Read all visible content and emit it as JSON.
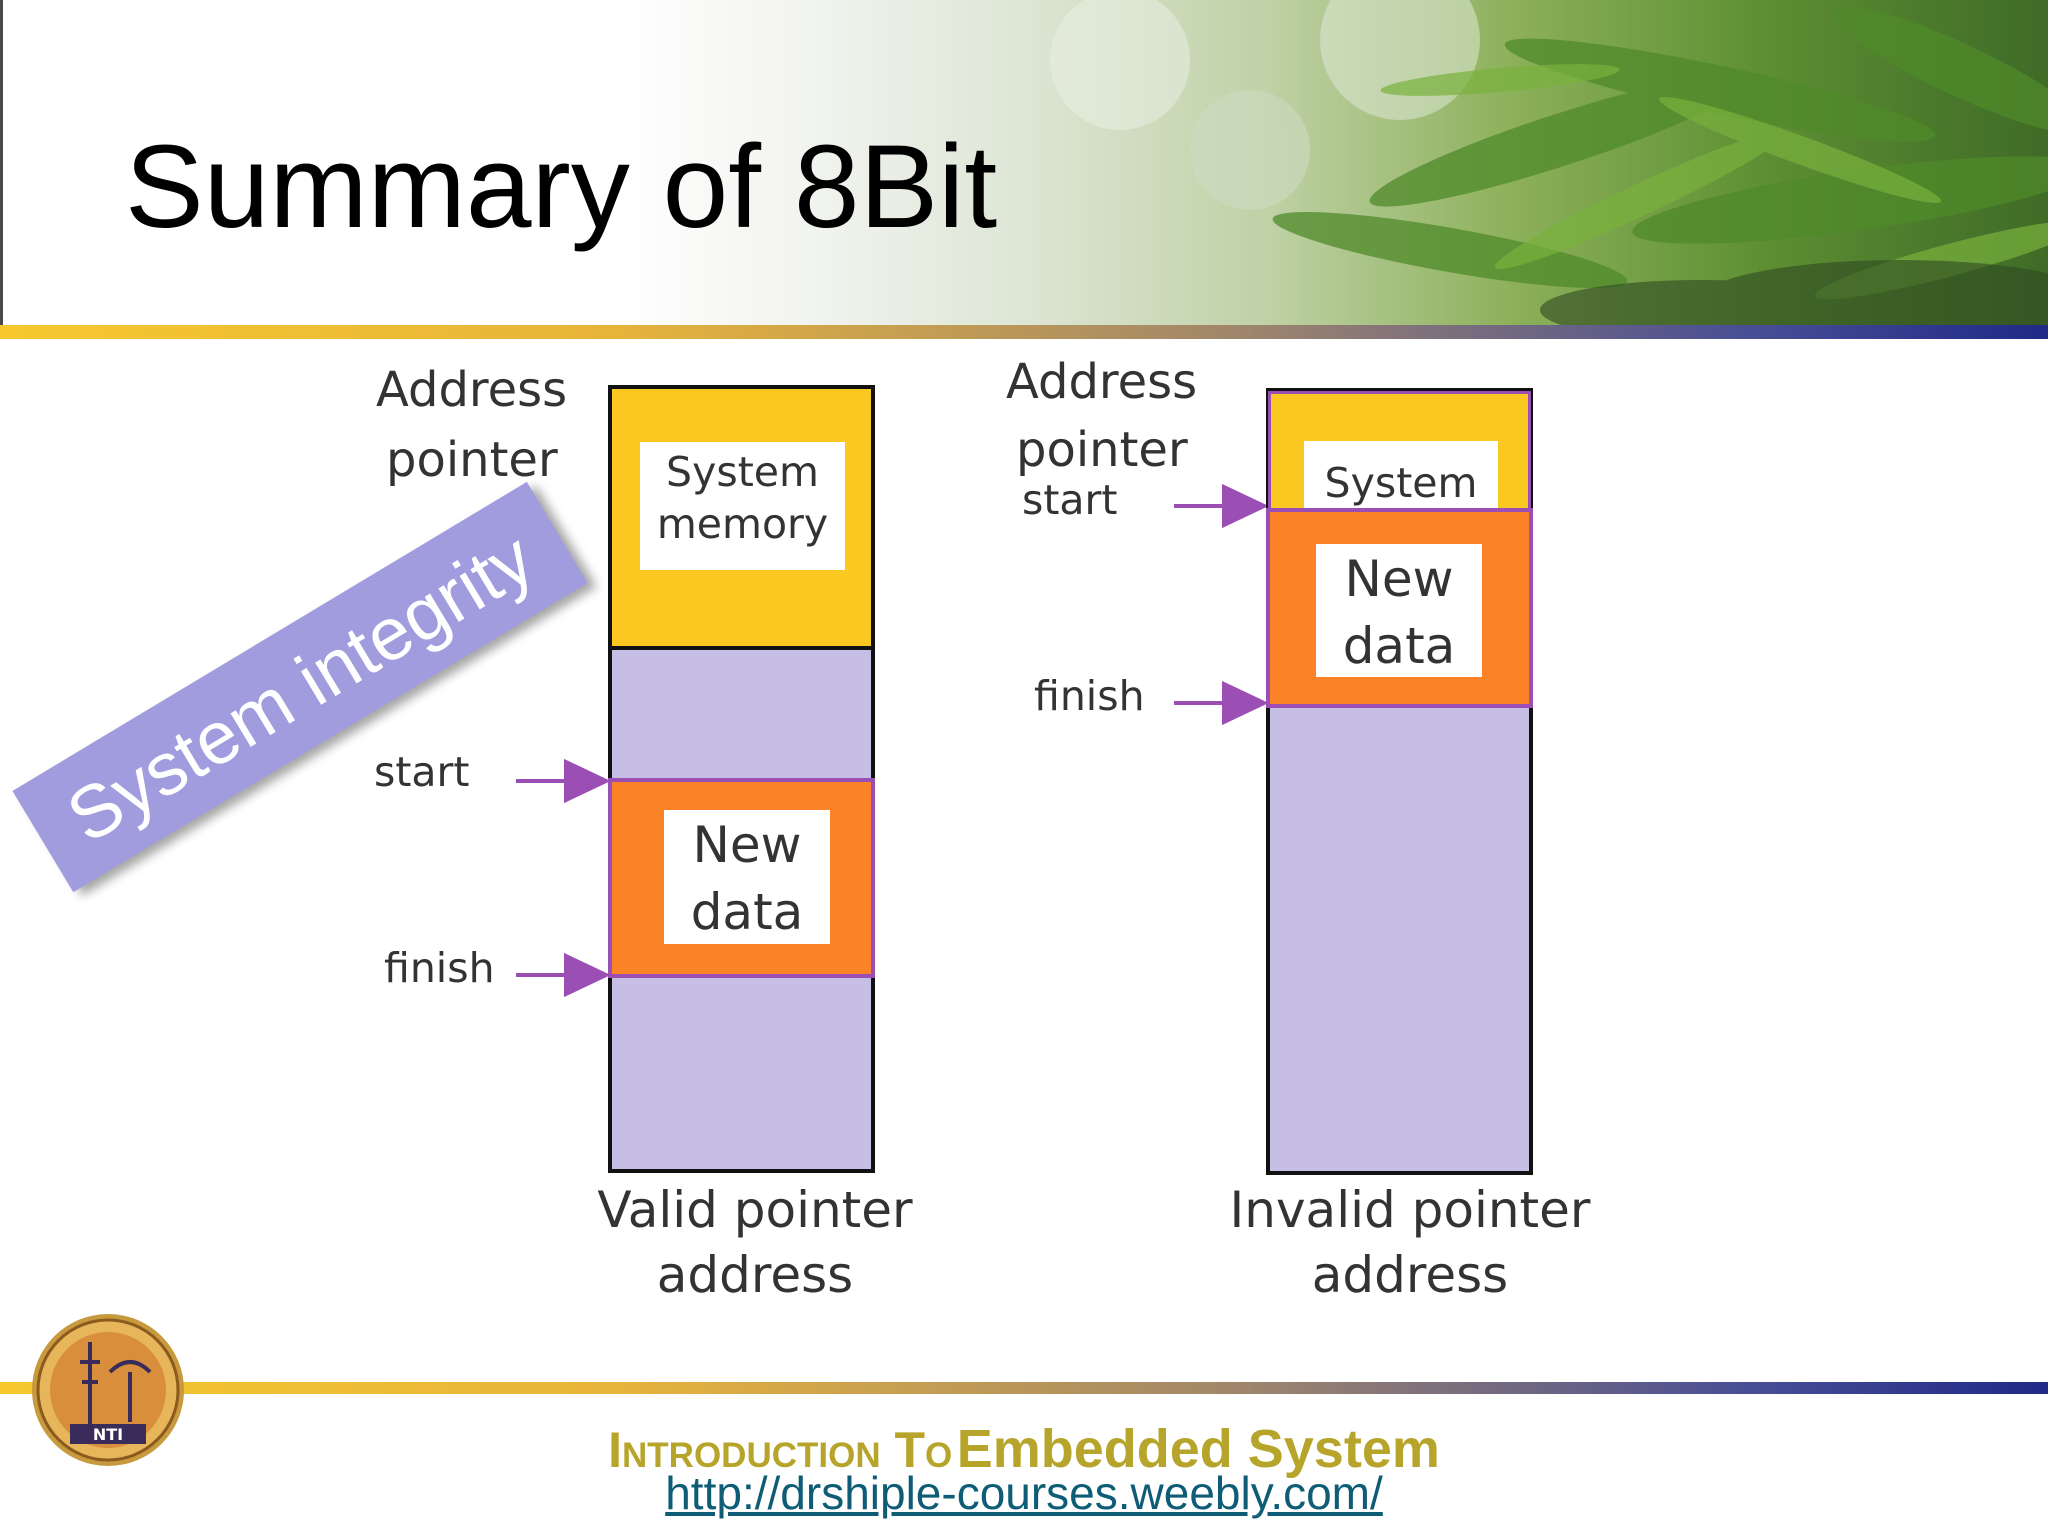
{
  "slide": {
    "title": "Summary of 8Bit",
    "stamp_text": "System integrity"
  },
  "valid_diagram": {
    "label_address": "Address",
    "label_pointer": "pointer",
    "system_line1": "System",
    "system_line2": "memory",
    "start_label": "start",
    "finish_label": "finish",
    "new_line1": "New",
    "new_line2": "data",
    "caption_line1": "Valid pointer",
    "caption_line2": "address"
  },
  "invalid_diagram": {
    "label_address": "Address",
    "label_pointer": "pointer",
    "start_label": "start",
    "system_text": "System",
    "new_line1": "New",
    "new_line2": "data",
    "finish_label": "finish",
    "caption_line1": "Invalid pointer",
    "caption_line2": "address"
  },
  "footer": {
    "course_prefix": "Introduction To",
    "course_main": "Embedded System",
    "url": "http://drshiple-courses.weebly.com/",
    "logo_text": "NTI"
  },
  "colors": {
    "system_memory": "#fbc721",
    "new_data": "#fc8228",
    "free_memory": "#c7bee6",
    "arrow": "#9b4fb5",
    "stamp": "#a09cdd"
  }
}
